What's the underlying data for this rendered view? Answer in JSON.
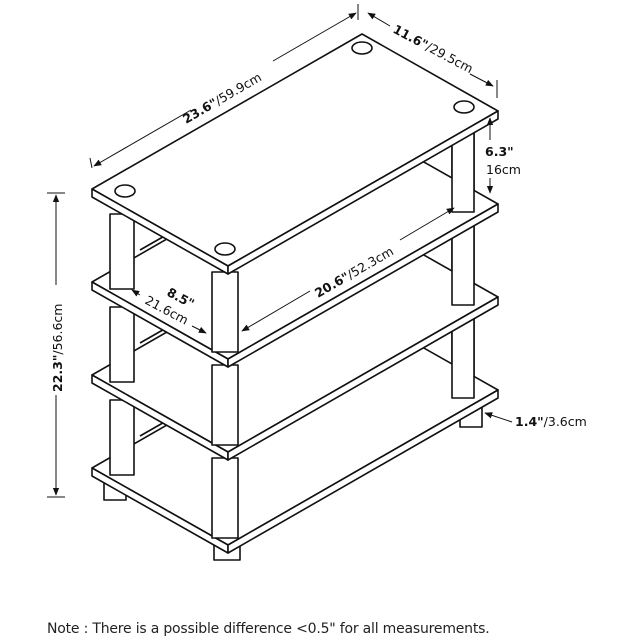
{
  "product": "4-tier shelf dimension diagram",
  "dimensions": {
    "width": {
      "in": "23.6\"",
      "cm": "/59.9cm"
    },
    "depth": {
      "in": "11.6\"",
      "cm": "/29.5cm"
    },
    "tier_gap": {
      "in": "6.3\"",
      "cm": "16cm"
    },
    "inner_depth": {
      "in": "8.5\"",
      "cm": "21.6cm"
    },
    "inner_width": {
      "in": "20.6\"",
      "cm": "/52.3cm"
    },
    "height": {
      "in": "22.3\"",
      "cm": "/56.6cm"
    },
    "foot_height": {
      "in": "1.4\"",
      "cm": "/3.6cm"
    }
  },
  "note": "Note : There is a possible difference <0.5\" for all measurements.",
  "colors": {
    "line": "#111111",
    "background": "#ffffff"
  }
}
